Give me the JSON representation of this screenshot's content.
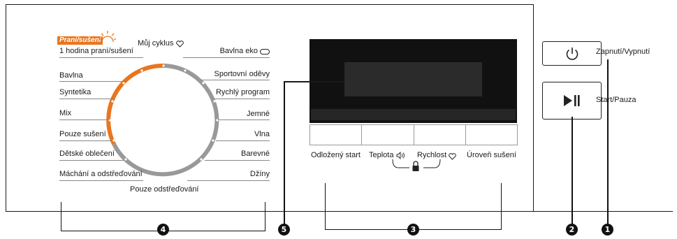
{
  "panel": {
    "program_group_label": "Praní/sušení",
    "programs_left": [
      "1 hodina praní/sušení",
      "Bavlna",
      "Syntetika",
      "Mix",
      "Pouze sušení",
      "Dětské oblečení",
      "Máchání a odstřeďování"
    ],
    "program_top": "Můj cyklus",
    "program_bottom": "Pouze odstřeďování",
    "programs_right": [
      "Bavlna eko",
      "Sportovní oděvy",
      "Rychlý program",
      "Jemné",
      "Vlna",
      "Barevné",
      "Džíny"
    ],
    "function_buttons": [
      "Odložený start",
      "Teplota",
      "Rychlost",
      "Úroveň sušení"
    ],
    "power_label": "Zapnutí/Vypnutí",
    "start_label": "Start/Pauza",
    "callouts": [
      "4",
      "5",
      "3",
      "2",
      "1"
    ],
    "accent_color": "#e8761f",
    "icons": [
      "sun-icon",
      "heart-icon",
      "eco-icon",
      "speaker-icon",
      "lock-icon",
      "power-icon",
      "play-pause-icon"
    ]
  }
}
